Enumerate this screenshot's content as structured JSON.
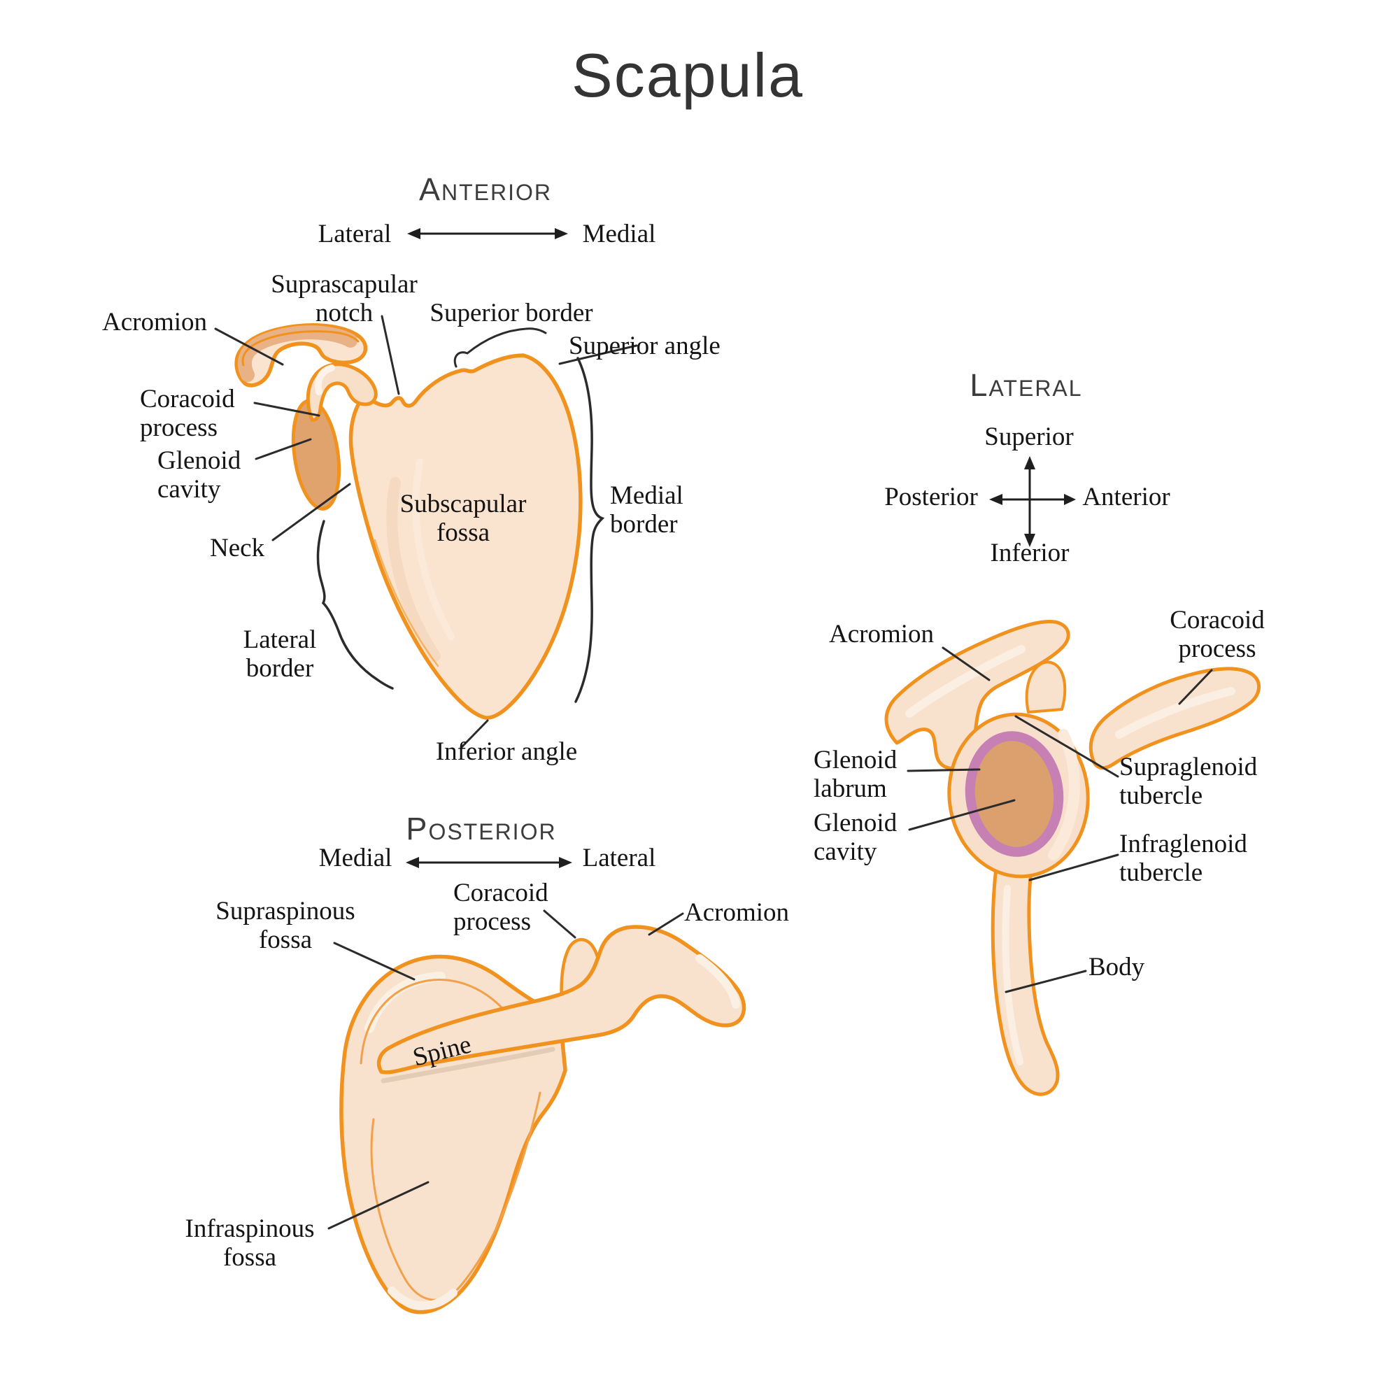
{
  "page_title": "Scapula",
  "colors": {
    "bone_outline_orange": "#F0921D",
    "bone_fill_light": "#FAE4D0",
    "bone_highlight": "#FCF0E4",
    "bone_shading": "#F0D0B2",
    "acromion_facet_tan": "#E9B286",
    "glenoid_cavity_tan": "#E0A36E",
    "glenoid_labrum_purple": "#C680B4",
    "leader_line_black": "#2B2B2B",
    "label_text": "#141414",
    "heading_text": "#3C3C3C"
  },
  "anterior": {
    "heading": "Anterior",
    "compass": {
      "left": "Lateral",
      "right": "Medial"
    },
    "labels": {
      "acromion": "Acromion",
      "suprascapular_notch": "Suprascapular\nnotch",
      "superior_border": "Superior border",
      "superior_angle": "Superior angle",
      "coracoid_process": "Coracoid\nprocess",
      "glenoid_cavity": "Glenoid\ncavity",
      "neck": "Neck",
      "subscapular_fossa": "Subscapular\nfossa",
      "medial_border": "Medial\nborder",
      "lateral_border": "Lateral\nborder",
      "inferior_angle": "Inferior angle"
    }
  },
  "lateral": {
    "heading": "Lateral",
    "compass": {
      "up": "Superior",
      "down": "Inferior",
      "left": "Posterior",
      "right": "Anterior"
    },
    "labels": {
      "acromion": "Acromion",
      "coracoid_process": "Coracoid\nprocess",
      "glenoid_labrum": "Glenoid\nlabrum",
      "glenoid_cavity": "Glenoid\ncavity",
      "supraglenoid_tubercle": "Supraglenoid\ntubercle",
      "infraglenoid_tubercle": "Infraglenoid\ntubercle",
      "body": "Body"
    }
  },
  "posterior": {
    "heading": "Posterior",
    "compass": {
      "left": "Medial",
      "right": "Lateral"
    },
    "labels": {
      "supraspinous_fossa": "Supraspinous\nfossa",
      "coracoid_process": "Coracoid\nprocess",
      "acromion": "Acromion",
      "spine": "Spine",
      "infraspinous_fossa": "Infraspinous\nfossa"
    }
  }
}
